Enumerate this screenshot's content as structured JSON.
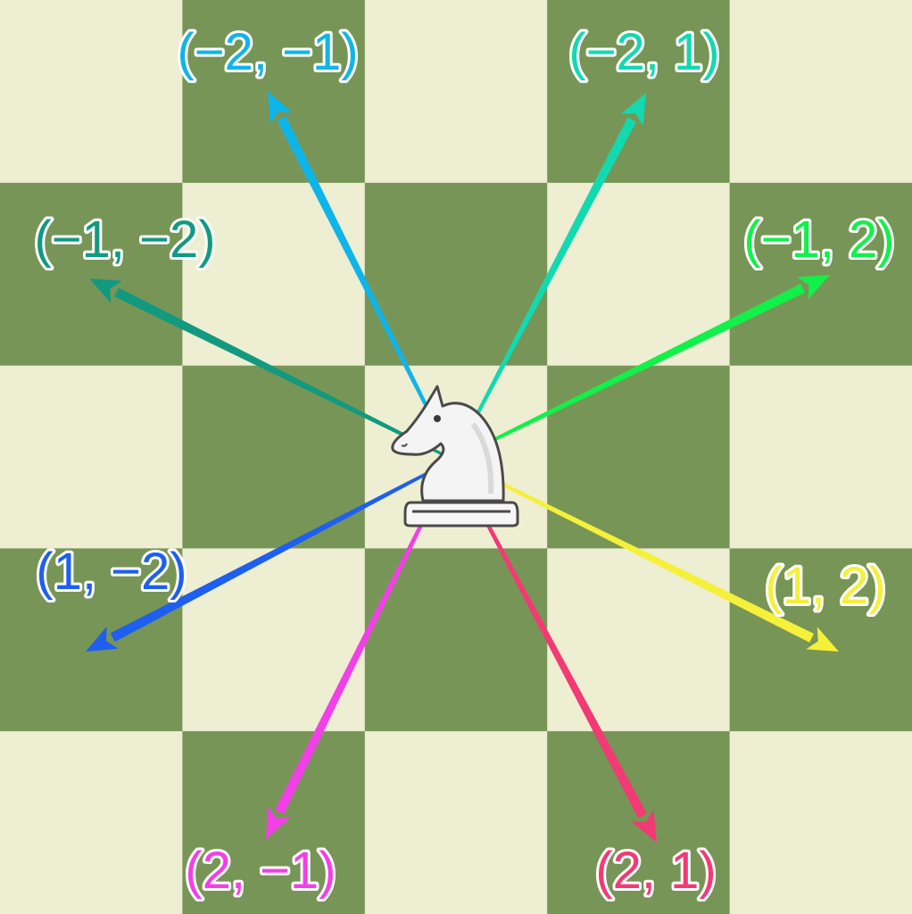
{
  "board": {
    "light_color": "#EEEED2",
    "dark_color": "#779556",
    "rows": 5,
    "cols": 5,
    "top_left_light": true
  },
  "piece": {
    "type": "knight",
    "color": "white",
    "icon": "white-knight-icon"
  },
  "moves": [
    {
      "label": "(−2,  −1)",
      "color": "#10B5E8"
    },
    {
      "label": "(−2, 1)",
      "color": "#12D9B0"
    },
    {
      "label": "(−1, −2)",
      "color": "#129A80"
    },
    {
      "label": "(−1, 2)",
      "color": "#12F04A"
    },
    {
      "label": "(1, −2)",
      "color": "#1E5FF0"
    },
    {
      "label": "(1, 2)",
      "color": "#F5F03A"
    },
    {
      "label": "(2, −1)",
      "color": "#F23FE8"
    },
    {
      "label": "(2, 1)",
      "color": "#F23A74"
    }
  ]
}
